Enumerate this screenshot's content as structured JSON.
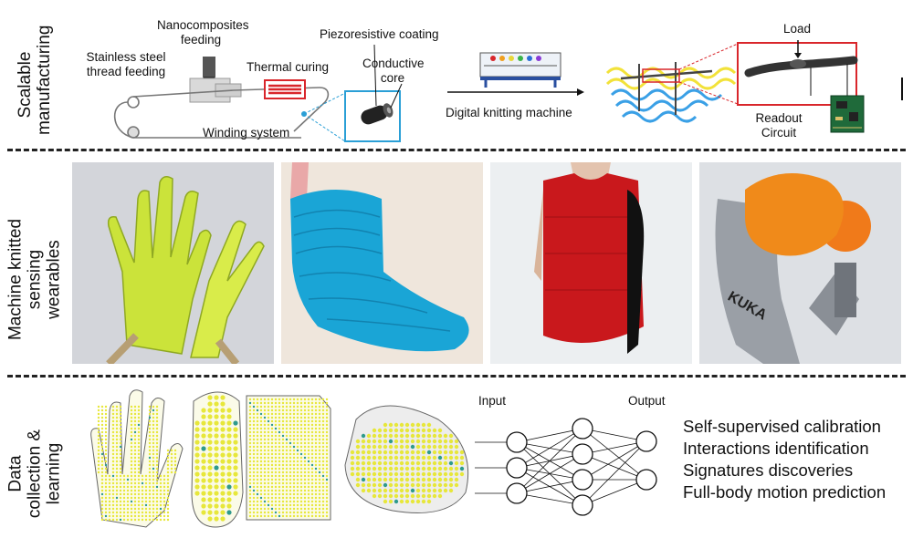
{
  "rows": {
    "manufacturing": "Scalable manufacturing",
    "wearables": "Machine knitted sensing wearables",
    "learning": "Data collection & learning"
  },
  "manufacturing": {
    "nanocomposites": "Nanocomposites feeding",
    "steel": "Stainless steel thread feeding",
    "thermal": "Thermal curing",
    "winding": "Winding system",
    "piezo": "Piezoresistive coating",
    "core": "Conductive core",
    "knitting": "Digital knitting machine",
    "load": "Load",
    "readout": "Readout Circuit"
  },
  "learning": {
    "input": "Input",
    "output": "Output",
    "outputs": [
      "Self-supervised calibration",
      "Interactions identification",
      "Signatures discoveries",
      "Full-body motion prediction"
    ]
  },
  "wearables": {
    "robot_brand": "KUKA"
  },
  "colors": {
    "accent_red": "#d9262b",
    "accent_blue": "#2a9fd6",
    "glove": "#cbe33a",
    "sock": "#1aa5d6",
    "vest": "#c9181c",
    "sleeve": "#f07a1a",
    "dot_yellow": "#e7e73a",
    "dot_teal": "#2f9a8c"
  }
}
